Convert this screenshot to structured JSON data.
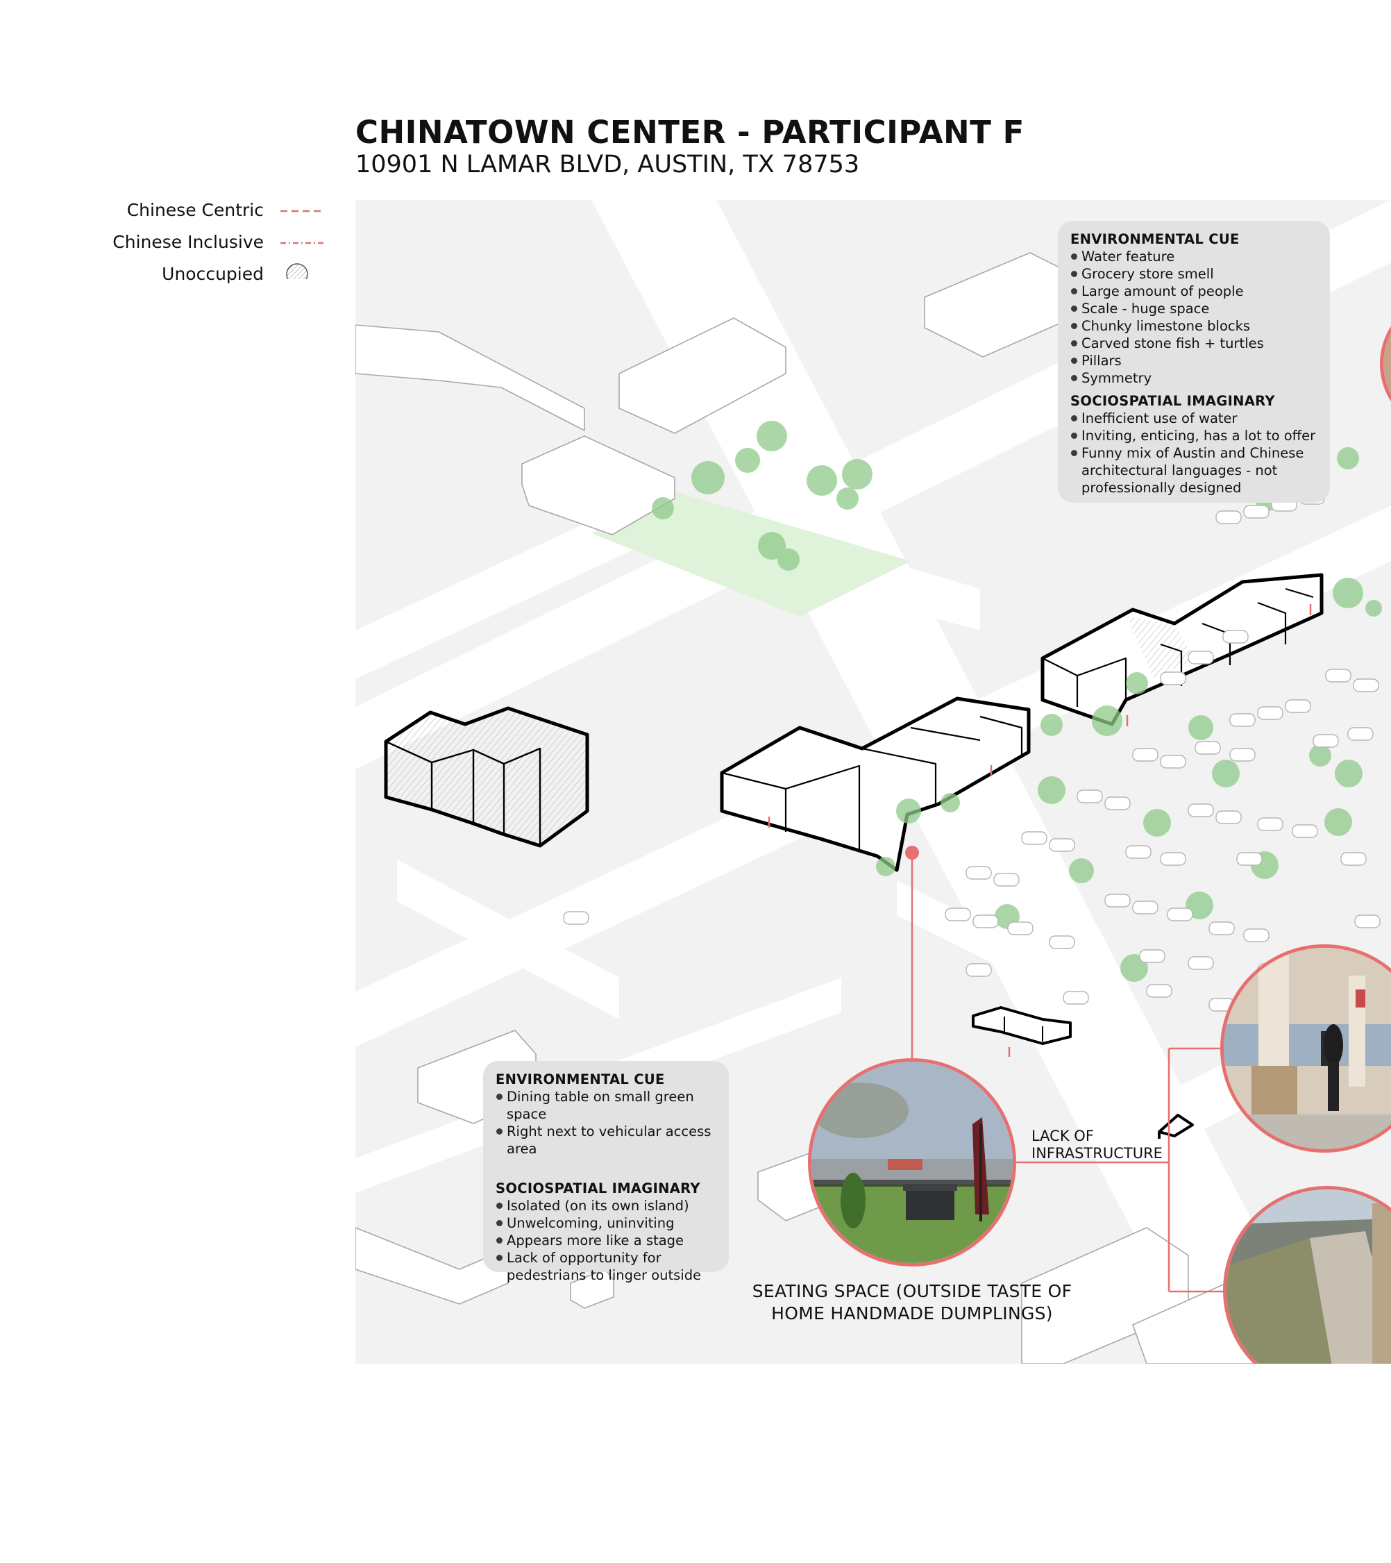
{
  "header": {
    "title": "CHINATOWN CENTER - PARTICIPANT F",
    "address": "10901 N LAMAR BLVD, AUSTIN, TX 78753"
  },
  "legend": {
    "items": [
      {
        "label": "Chinese Centric",
        "symbol": "dashed-line-icon"
      },
      {
        "label": "Chinese Inclusive",
        "symbol": "dash-dot-line-icon"
      },
      {
        "label": "Unoccupied",
        "symbol": "hatched-circle-icon"
      }
    ]
  },
  "colors": {
    "accent": "#e67070",
    "background": "#f2f2f2",
    "box": "#e3e2e2",
    "green_space": "#dff3da",
    "tree": "#8fca8a"
  },
  "box_top": {
    "env_heading": "ENVIRONMENTAL CUE",
    "env_items": [
      "Water feature",
      "Grocery store smell",
      "Large amount of people",
      "Scale - huge space",
      "Chunky limestone blocks",
      "Carved stone fish + turtles",
      "Pillars",
      "Symmetry"
    ],
    "socio_heading": "SOCIOSPATIAL IMAGINARY",
    "socio_items": [
      "Inefficient use of water",
      "Inviting, enticing, has a lot to offer",
      "Funny mix of Austin and Chinese architectural languages - not professionally designed"
    ]
  },
  "box_bottom": {
    "env_heading": "ENVIRONMENTAL CUE",
    "env_items": [
      "Dining table on small green space",
      "Right next to vehicular access area"
    ],
    "socio_heading": "SOCIOSPATIAL IMAGINARY",
    "socio_items": [
      "Isolated (on its own island)",
      "Unwelcoming, uninviting",
      "Appears more like a stage",
      "Lack of opportunity for pedestrians to linger outside"
    ]
  },
  "annotations": {
    "lack_line1": "LACK OF",
    "lack_line2": "INFRASTRUCTURE",
    "seating_line1": "SEATING SPACE (OUTSIDE TASTE OF",
    "seating_line2": "HOME HANDMADE DUMPLINGS)"
  }
}
